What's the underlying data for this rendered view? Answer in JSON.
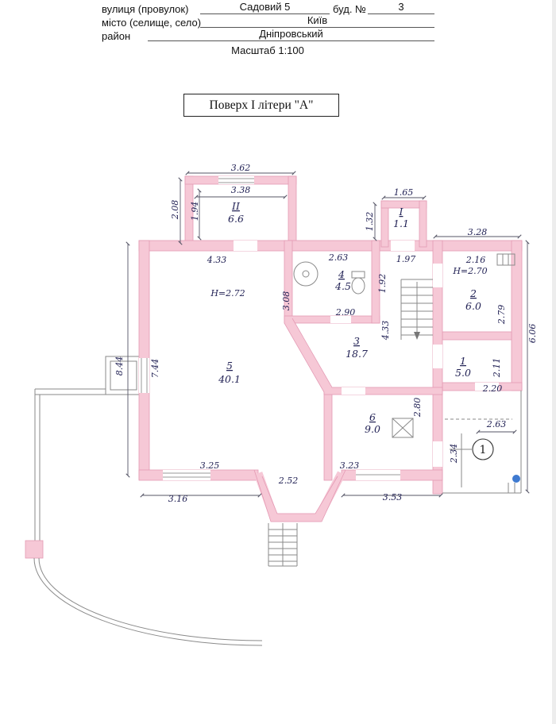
{
  "header": {
    "row1": {
      "label": "вулиця (провулок)",
      "value": "Садовий 5",
      "label2": "буд. №",
      "value2": "3"
    },
    "row2": {
      "label": "місто (селище, село)",
      "value": "Київ"
    },
    "row3": {
      "label": "район",
      "value": "Дніпровський"
    },
    "scale": "Масштаб 1:100"
  },
  "title": "Поверх I літери \"А\"",
  "plan": {
    "rooms": {
      "rII": {
        "num": "II",
        "area": "6.6"
      },
      "rI": {
        "num": "I",
        "area": "1.1"
      },
      "r1": {
        "num": "1",
        "area": "5.0"
      },
      "r2": {
        "num": "2",
        "area": "6.0"
      },
      "r3": {
        "num": "3",
        "area": "18.7"
      },
      "r4": {
        "num": "4",
        "area": "4.5"
      },
      "r5": {
        "num": "5",
        "area": "40.1"
      },
      "r6": {
        "num": "6",
        "area": "9.0"
      }
    },
    "heights": {
      "r5": "Н=2.72",
      "r2": "Н=2.70"
    },
    "dims": {
      "d362": "3.62",
      "d338": "3.38",
      "d208": "2.08",
      "d194": "1.94",
      "d165": "1.65",
      "d132": "1.32",
      "d328": "3.28",
      "d216": "2.16",
      "d279": "2.79",
      "d606": "6.06",
      "d263a": "2.63",
      "d197": "1.97",
      "d192": "1.92",
      "d290": "2.90",
      "d433a": "4.33",
      "d433b": "4.33",
      "d308": "3.08",
      "d744": "7.44",
      "d844": "8.44",
      "d211": "2.11",
      "d220": "2.20",
      "d263b": "2.63",
      "d234": "2.34",
      "d280": "2.80",
      "d325": "3.25",
      "d316": "3.16",
      "d252": "2.52",
      "d323": "3.23",
      "d353": "3.53"
    },
    "entrance_marker": "1",
    "colors": {
      "wall_fill": "#f6c8d6",
      "wall_stroke": "#e49ab4",
      "marker_dot": "#3f7ad0"
    }
  }
}
